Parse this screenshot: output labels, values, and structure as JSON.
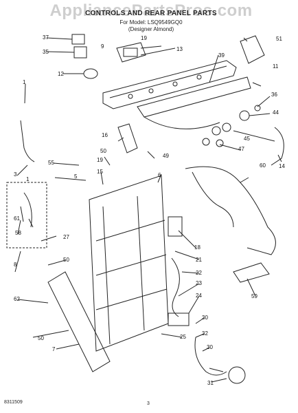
{
  "watermark": "AppliancePartsPros.com",
  "header": {
    "title": "CONTROLS AND REAR PANEL PARTS",
    "model_line": "For Model: LSQ9549GQ0",
    "variant_line": "(Designer Almond)"
  },
  "callouts": {
    "c1a": "1",
    "c1b": "1",
    "c3": "3",
    "c5": "5",
    "c6": "6",
    "c7": "7",
    "c8": "8",
    "c9": "9",
    "c11": "11",
    "c12": "12",
    "c13": "13",
    "c14": "14",
    "c15": "15",
    "c16": "16",
    "c18": "18",
    "c19a": "19",
    "c19b": "19",
    "c21": "21",
    "c22": "22",
    "c23": "23",
    "c24": "24",
    "c25": "25",
    "c27": "27",
    "c30a": "30",
    "c30b": "30",
    "c31": "31",
    "c32": "32",
    "c35": "35",
    "c36": "36",
    "c37": "37",
    "c39": "39",
    "c44": "44",
    "c45": "45",
    "c47": "47",
    "c49": "49",
    "c50a": "50",
    "c50b": "50",
    "c50c": "50",
    "c51": "51",
    "c55": "55",
    "c58": "58",
    "c59": "59",
    "c60": "60",
    "c61": "61",
    "c62": "62"
  },
  "footer": {
    "doc_code": "8311509",
    "page_number": "3"
  }
}
